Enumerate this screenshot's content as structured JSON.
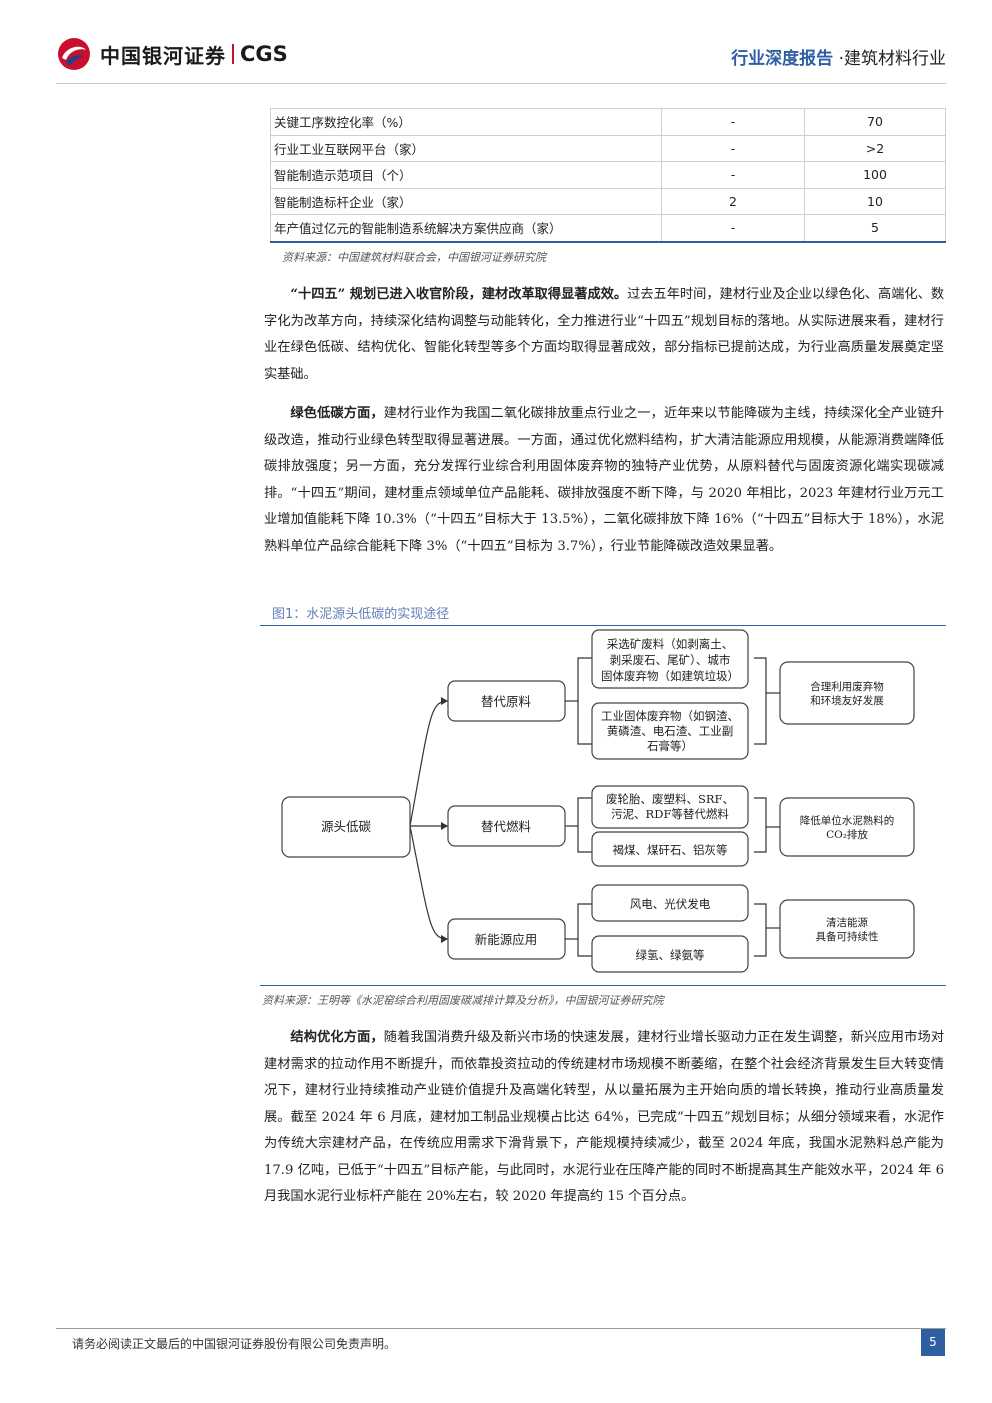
{
  "header": {
    "brand_cn": "中国银河证券",
    "brand_en": "CGS",
    "report_type": "行业深度报告",
    "industry": "·建筑材料行业"
  },
  "kpi_table": {
    "rows": [
      [
        "关键工序数控化率（%）",
        "-",
        "70"
      ],
      [
        "行业工业互联网平台（家）",
        "-",
        ">2"
      ],
      [
        "智能制造示范项目（个）",
        "-",
        "100"
      ],
      [
        "智能制造标杆企业（家）",
        "2",
        "10"
      ],
      [
        "年产值过亿元的智能制造系统解决方案供应商（家）",
        "-",
        "5"
      ]
    ],
    "source": "资料来源：中国建筑材料联合会，中国银河证券研究院"
  },
  "para1": {
    "lead": "“十四五” 规划已进入收官阶段，建材改革取得显著成效。",
    "body": "过去五年时间，建材行业及企业以绿色化、高端化、数字化为改革方向，持续深化结构调整与动能转化，全力推进行业“十四五”规划目标的落地。从实际进展来看，建材行业在绿色低碳、结构优化、智能化转型等多个方面均取得显著成效，部分指标已提前达成，为行业高质量发展奠定坚实基础。"
  },
  "para2": {
    "lead": "绿色低碳方面，",
    "body": "建材行业作为我国二氧化碳排放重点行业之一，近年来以节能降碳为主线，持续深化全产业链升级改造，推动行业绿色转型取得显著进展。一方面，通过优化燃料结构，扩大清洁能源应用规模，从能源消费端降低碳排放强度；另一方面，充分发挥行业综合利用固体废弃物的独特产业优势，从原料替代与固废资源化端实现碳减排。“十四五”期间，建材重点领域单位产品能耗、碳排放强度不断下降，与 2020 年相比，2023 年建材行业万元工业增加值能耗下降 10.3%（“十四五”目标大于 13.5%），二氧化碳排放下降 16%（“十四五”目标大于 18%），水泥熟料单位产品综合能耗下降 3%（“十四五”目标为 3.7%），行业节能降碳改造效果显著。"
  },
  "figure": {
    "title": "图1：水泥源头低碳的实现途径",
    "root": "源头低碳",
    "branch1": "替代原料",
    "branch2": "替代燃料",
    "branch3": "新能源应用",
    "b1_item1_l1": "采选矿废料（如剥离土、",
    "b1_item1_l2": "剥采废石、尾矿）、城市",
    "b1_item1_l3": "固体废弃物（如建筑垃圾）",
    "b1_item2_l1": "工业固体废弃物（如钢渣、",
    "b1_item2_l2": "黄磷渣、电石渣、工业副",
    "b1_item2_l3": "石膏等）",
    "b2_item1_l1": "废轮胎、废塑料、SRF、",
    "b2_item1_l2": "污泥、RDF等替代燃料",
    "b2_item2": "褐煤、煤矸石、铝灰等",
    "b3_item1": "风电、光伏发电",
    "b3_item2": "绿氢、绿氨等",
    "out1_l1": "合理利用废弃物",
    "out1_l2": "和环境友好发展",
    "out2_l1": "降低单位水泥熟料的",
    "out2_l2": "CO₂排放",
    "out3_l1": "清洁能源",
    "out3_l2": "具备可持续性",
    "source": "资料来源：王明等《水泥窑综合利用固废碳减排计算及分析》，中国银河证券研究院"
  },
  "para3": {
    "lead": "结构优化方面，",
    "body": "随着我国消费升级及新兴市场的快速发展，建材行业增长驱动力正在发生调整，新兴应用市场对建材需求的拉动作用不断提升，而依靠投资拉动的传统建材市场规模不断萎缩，在整个社会经济背景发生巨大转变情况下，建材行业持续推动产业链价值提升及高端化转型，从以量拓展为主开始向质的增长转换，推动行业高质量发展。截至 2024 年 6 月底，建材加工制品业规模占比达 64%，已完成“十四五”规划目标；从细分领域来看，水泥作为传统大宗建材产品，在传统应用需求下滑背景下，产能规模持续减少，截至 2024 年底，我国水泥熟料总产能为 17.9 亿吨，已低于“十四五”目标产能，与此同时，水泥行业在压降产能的同时不断提高其生产能效水平，2024 年 6 月我国水泥行业标杆产能在 20%左右，较 2020 年提高约 15 个百分点。"
  },
  "footer": {
    "disclaimer": "请务必阅读正文最后的中国银河证券股份有限公司免责声明。",
    "page": "5"
  }
}
